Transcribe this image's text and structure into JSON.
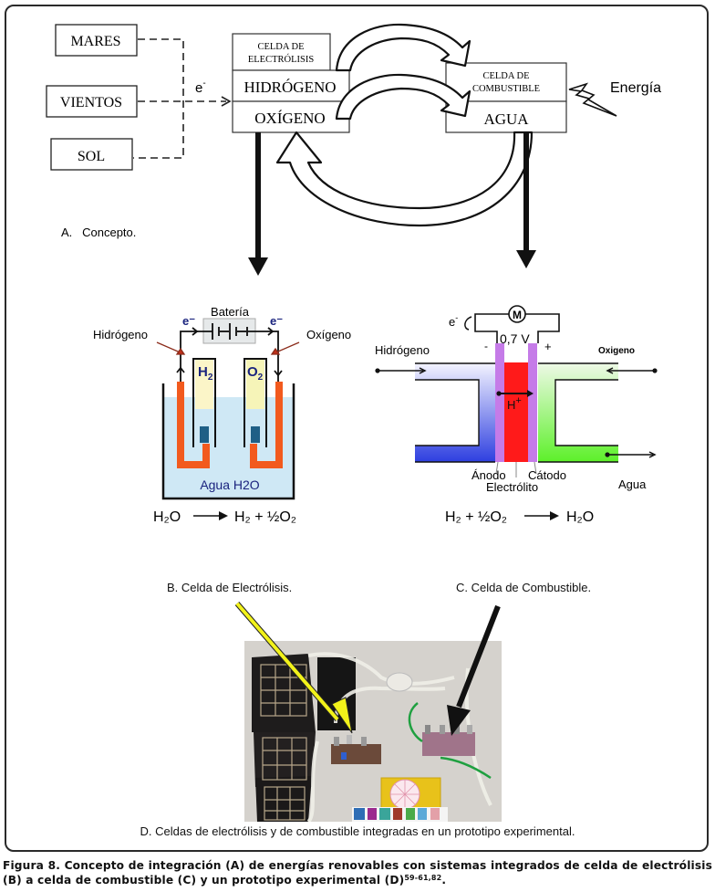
{
  "concept": {
    "sources": [
      "MARES",
      "VIENTOS",
      "SOL"
    ],
    "electron_label": "e",
    "electron_sup": "-",
    "electrolysis_cell": {
      "title_line1": "CELDA DE",
      "title_line2": "ELECTRÓLISIS",
      "row1": "HIDRÓGENO",
      "row2": "OXÍGENO"
    },
    "fuel_cell": {
      "title_line1": "CELDA  DE",
      "title_line2": "COMBUSTIBLE",
      "row1": "AGUA"
    },
    "energy_label": "Energía",
    "section_label": "A.   Concepto."
  },
  "electrolysis_diagram": {
    "battery_label": "Batería",
    "electron_left": "e⁻",
    "electron_right": "e⁻",
    "hydrogen_label": "Hidrógeno",
    "oxygen_label": "Oxígeno",
    "h2_label": "H",
    "h2_sub": "2",
    "o2_label": "O",
    "o2_sub": "2",
    "water_label": "Agua H2O",
    "equation_left": "H₂O",
    "equation_right": "H₂ + ½O₂"
  },
  "fuel_cell_diagram": {
    "motor_label": "M",
    "electron_label": "e",
    "electron_sup": "-",
    "voltage": "0,7 V",
    "minus": "-",
    "plus": "+",
    "hydrogen_label": "Hidrógeno",
    "oxygen_label": "Oxigeno",
    "proton_label": "H",
    "proton_sup": "+",
    "anode_label": "Ánodo",
    "electrolyte_label": "Electrólito",
    "cathode_label": "Cátodo",
    "water_label": "Agua",
    "equation_left": "H₂ + ½O₂",
    "equation_right": "H₂O"
  },
  "labels": {
    "b_label": "B. Celda de Electrólisis.",
    "c_label": "C. Celda de Combustible.",
    "d_label": "D. Celdas de electrólisis y de combustible integradas en un prototipo experimental."
  },
  "colors": {
    "electrode_orange": "#f25a1e",
    "water_blue": "#cfe8f5",
    "tube_fill": "#fbf5c8",
    "cathode_block": "#1f5f86",
    "membrane_violet": "#c57be8",
    "electrolyte_red": "#ff1a1a",
    "hydrogen_blue": "#3344dd",
    "oxygen_green": "#66ee22",
    "arrow_yellow": "#f2f21a"
  },
  "caption": {
    "text": "Figura 8. Concepto de integración (A) de energías renovables con sistemas integrados de celda de electrólisis (B) a celda de combustible (C) y un prototipo experimental (D)",
    "refs": "59-61,82",
    "end": "."
  }
}
